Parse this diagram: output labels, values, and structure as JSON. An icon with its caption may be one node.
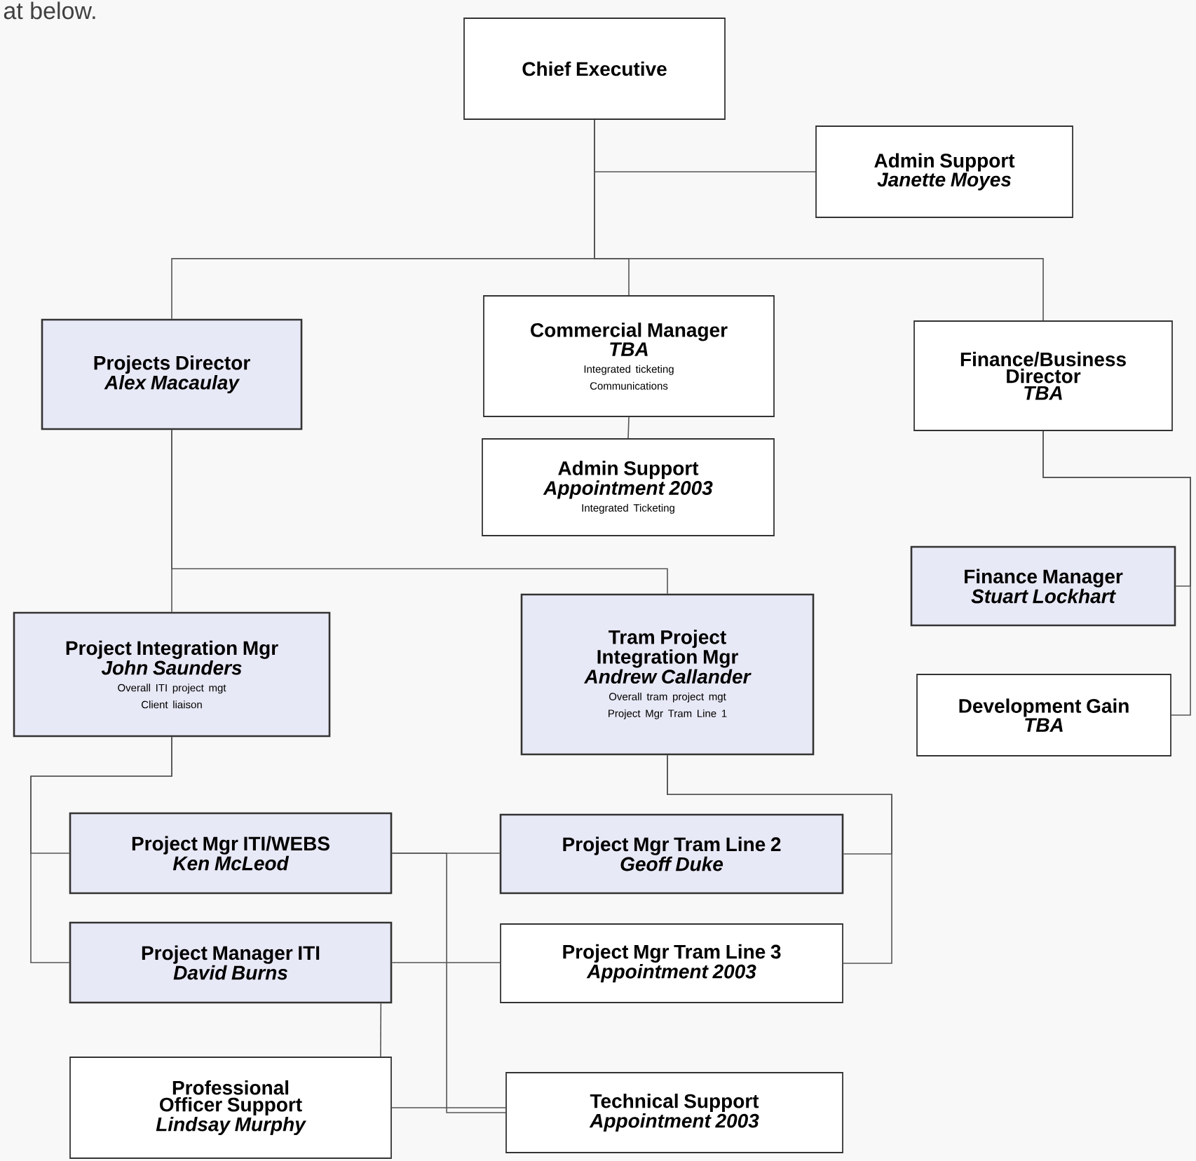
{
  "diagram": {
    "nodes": [
      {
        "text": [
          "Chief Executive"
        ]
      },
      {
        "text": [
          "Admin Support",
          "Janette Moyes"
        ]
      },
      {
        "text": [
          "Projects Director",
          "Alex Macaulay"
        ]
      },
      {
        "text": [
          "Commercial Manager",
          "TBA",
          "Integrated ticketing",
          "Communications"
        ]
      },
      {
        "text": [
          "Admin Support",
          "Appointment 2003",
          "Integrated Ticketing"
        ]
      },
      {
        "text": [
          "Finance/Business Director",
          "TBA"
        ]
      },
      {
        "text": [
          "Finance Manager",
          "Stuart Lockhart"
        ]
      },
      {
        "text": [
          "Development Gain",
          "TBA"
        ]
      },
      {
        "text": [
          "Project Integration Mgr",
          "John Saunders",
          "Overall ITI project mgt",
          "Client liaison"
        ]
      },
      {
        "text": [
          "Tram Project Integration Mgr",
          "Andrew Callander",
          "Overall tram project mgt",
          "Project Mgr Tram Line 1"
        ]
      },
      {
        "text": [
          "Project Mgr ITI/WEBS",
          "Ken McLeod"
        ]
      },
      {
        "text": [
          "Project Manager ITI",
          "David Burns"
        ]
      },
      {
        "text": [
          "Professional Officer Support",
          "Lindsay Murphy"
        ]
      },
      {
        "text": [
          "Project Mgr Tram Line 2",
          "Geoff Duke"
        ]
      },
      {
        "text": [
          "Project Mgr Tram Line 3",
          "Appointment 2003"
        ]
      },
      {
        "text": [
          "Technical Support",
          "Appointment 2003"
        ]
      }
    ],
    "edges": [
      {
        "from": 0,
        "to": 1,
        "arrow": "none"
      },
      {
        "from": 0,
        "to": 2,
        "arrow": "none"
      },
      {
        "from": 0,
        "to": 3,
        "arrow": "none"
      },
      {
        "from": 0,
        "to": 5,
        "arrow": "none"
      },
      {
        "from": 3,
        "to": 4,
        "arrow": "none"
      },
      {
        "from": 5,
        "to": 6,
        "arrow": "none"
      },
      {
        "from": 5,
        "to": 7,
        "arrow": "none"
      },
      {
        "from": 2,
        "to": 8,
        "arrow": "none"
      },
      {
        "from": 2,
        "to": 9,
        "arrow": "none"
      },
      {
        "from": 8,
        "to": 10,
        "arrow": "none"
      },
      {
        "from": 8,
        "to": 11,
        "arrow": "none"
      },
      {
        "from": 9,
        "to": 13,
        "arrow": "none"
      },
      {
        "from": 9,
        "to": 14,
        "arrow": "none"
      },
      {
        "from": 10,
        "to": 13,
        "arrow": "none"
      },
      {
        "from": 11,
        "to": 14,
        "arrow": "none"
      },
      {
        "from": 12,
        "to": 15,
        "arrow": "none"
      },
      {
        "from": 11,
        "to": 12,
        "arrow": "none"
      },
      {
        "from": 10,
        "to": 15,
        "arrow": "none"
      }
    ],
    "labels": [
      "at below."
    ]
  }
}
